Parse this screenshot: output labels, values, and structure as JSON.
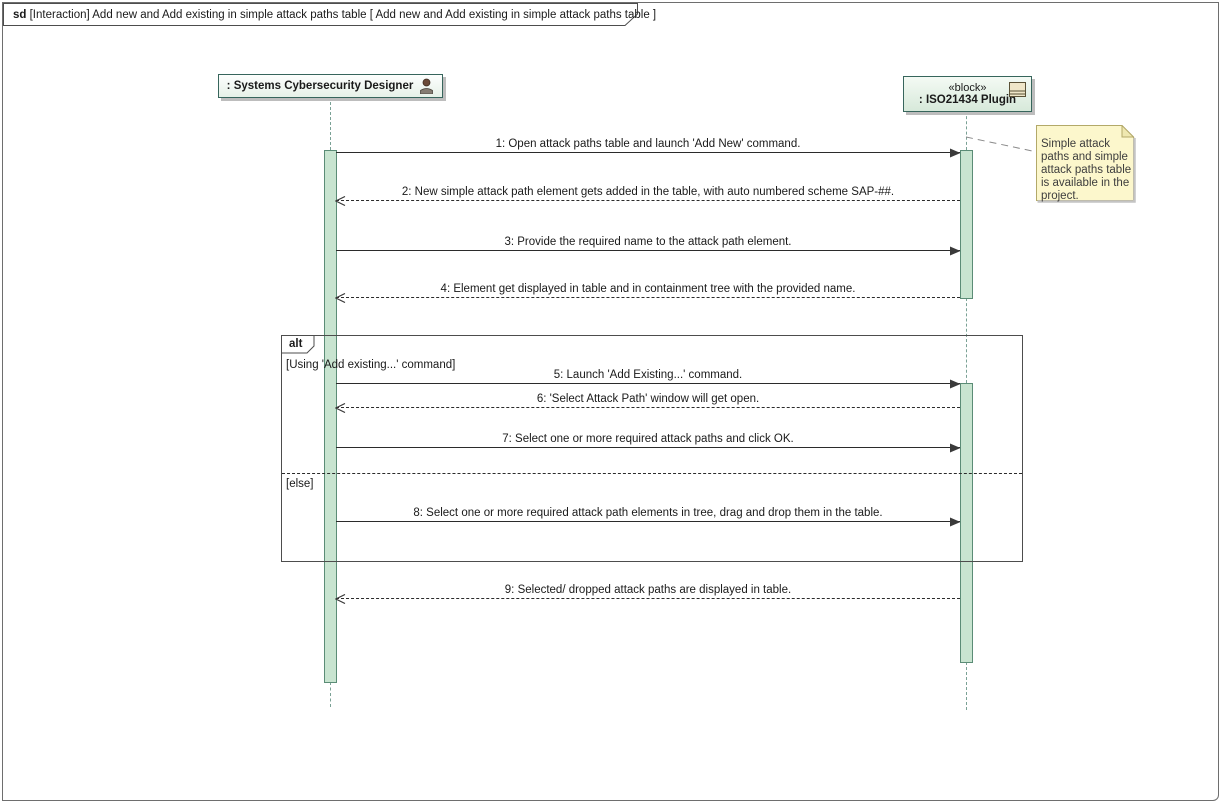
{
  "frame": {
    "title_keyword": "sd",
    "title_text": " [Interaction] Add new and Add existing in simple attack paths table [  Add new and Add existing in simple attack paths table  ]"
  },
  "lifelines": [
    {
      "stereotype": "",
      "name": ": Systems Cybersecurity Designer",
      "icon": "actor-icon"
    },
    {
      "stereotype": "«block»",
      "name": ": ISO21434 Plugin",
      "icon": "block-icon"
    }
  ],
  "messages": [
    {
      "label": "1:  Open attack paths table and launch 'Add New' command.",
      "kind": "solid",
      "direction": "right"
    },
    {
      "label": "2:  New simple attack path element gets added in the table, with auto numbered scheme SAP-##.",
      "kind": "dashed",
      "direction": "left"
    },
    {
      "label": "3:  Provide the required name to the attack path element.",
      "kind": "solid",
      "direction": "right"
    },
    {
      "label": "4:  Element get displayed in table and in containment tree with the provided name.",
      "kind": "dashed",
      "direction": "left"
    },
    {
      "label": "5:  Launch 'Add Existing...' command.",
      "kind": "solid",
      "direction": "right"
    },
    {
      "label": "6:  'Select Attack Path' window will get open.",
      "kind": "dashed",
      "direction": "left"
    },
    {
      "label": "7:  Select one or more required attack paths and click OK.",
      "kind": "solid",
      "direction": "right"
    },
    {
      "label": "8:  Select one or more required attack path elements in tree, drag and drop them in the table.",
      "kind": "solid",
      "direction": "right"
    },
    {
      "label": "9:  Selected/ dropped attack paths are displayed in table.",
      "kind": "dashed",
      "direction": "left"
    }
  ],
  "fragment": {
    "operator": "alt",
    "guard_1": "[Using 'Add existing...' command]",
    "guard_2": "[else]"
  },
  "note": {
    "text": "Simple attack paths and simple attack paths table is available in the project."
  },
  "colors": {
    "activation_fill": "#c8e4d0",
    "activation_border": "#5b8c76",
    "lifeline_dash": "#7aa195",
    "note_fill": "#fcf7cc",
    "note_border": "#b3a969",
    "head_border": "#37655c",
    "message_line": "#2b2b2b"
  }
}
